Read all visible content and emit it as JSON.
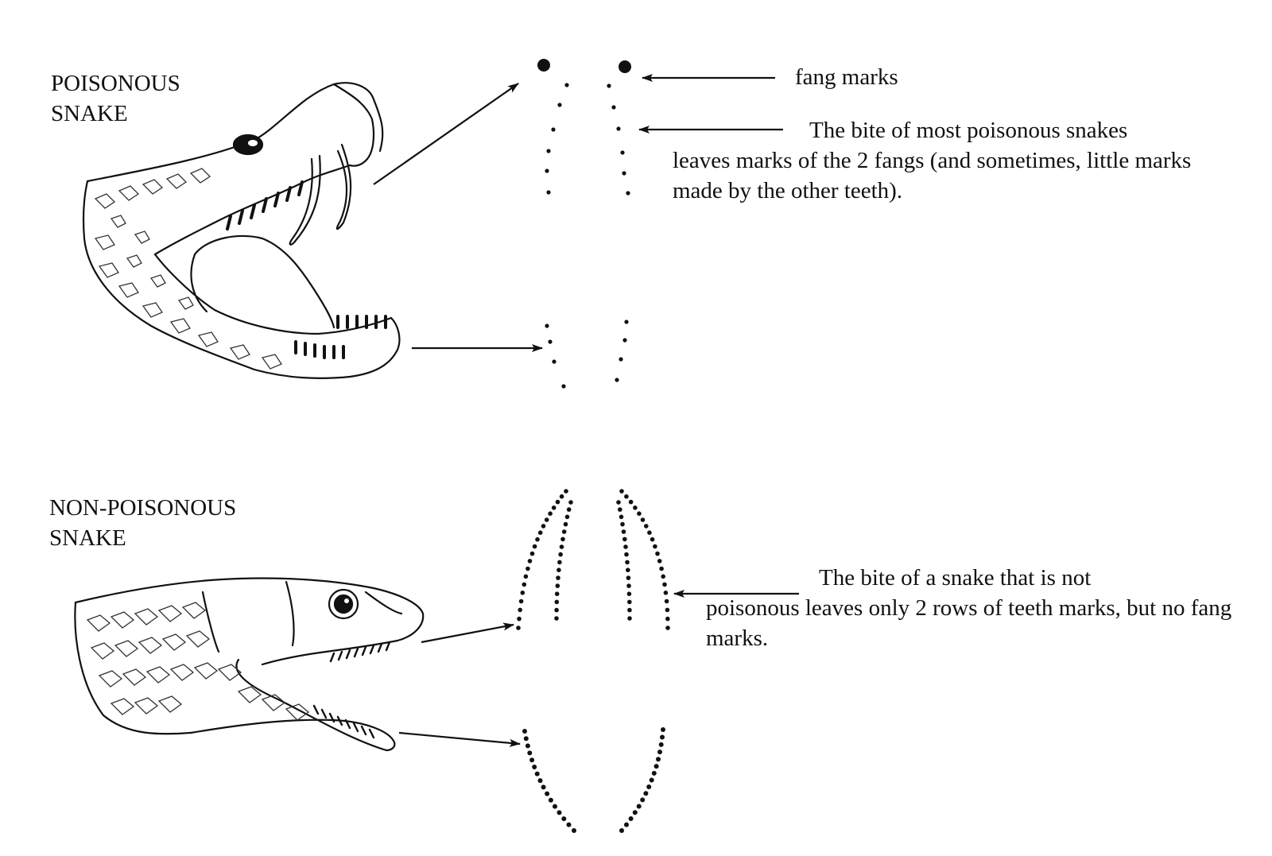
{
  "poisonous": {
    "label": "POISONOUS\nSNAKE",
    "fang_label": "fang marks",
    "description_line1": "The bite of most poisonous snakes",
    "description_rest": "leaves marks of the 2 fangs (and sometimes, little marks made by the other teeth)."
  },
  "non_poisonous": {
    "label": "NON-POISONOUS\nSNAKE",
    "description_line1": "The bite of a snake that is not",
    "description_rest": "poisonous leaves only 2 rows of teeth marks, but no fang marks."
  }
}
